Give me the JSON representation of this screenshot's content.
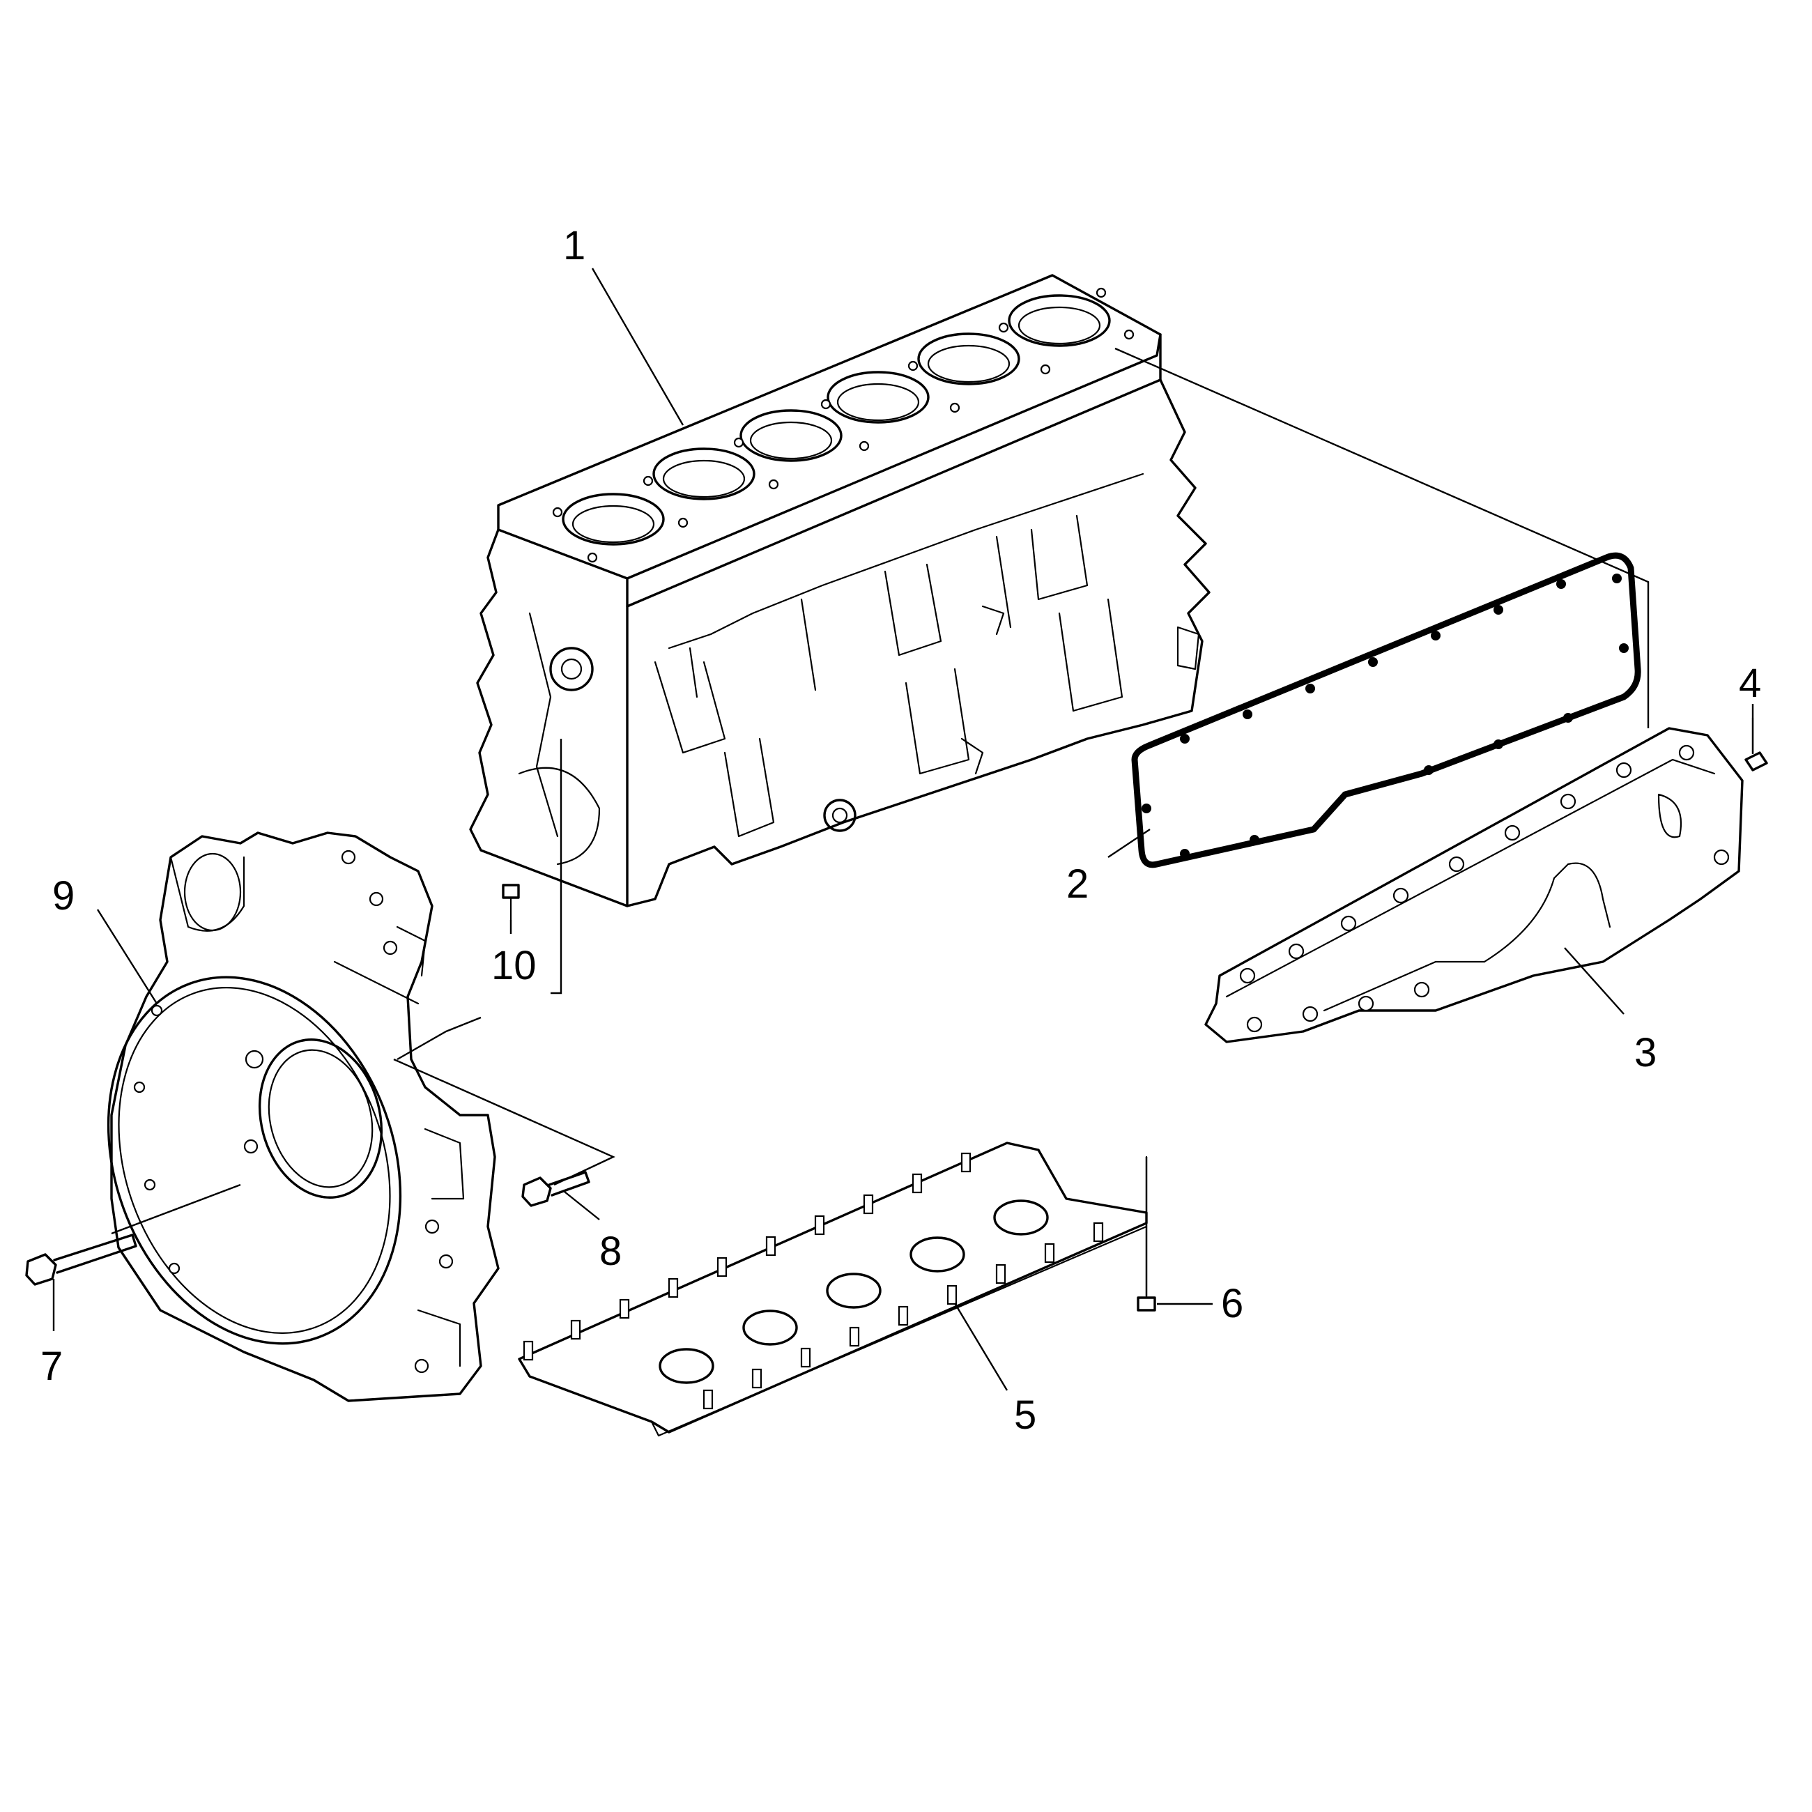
{
  "diagram": {
    "type": "exploded-parts-view",
    "callouts": [
      {
        "id": "1",
        "label": "1"
      },
      {
        "id": "2",
        "label": "2"
      },
      {
        "id": "3",
        "label": "3"
      },
      {
        "id": "4",
        "label": "4"
      },
      {
        "id": "5",
        "label": "5"
      },
      {
        "id": "6",
        "label": "6"
      },
      {
        "id": "7",
        "label": "7"
      },
      {
        "id": "8",
        "label": "8"
      },
      {
        "id": "9",
        "label": "9"
      },
      {
        "id": "10",
        "label": "10"
      }
    ]
  }
}
